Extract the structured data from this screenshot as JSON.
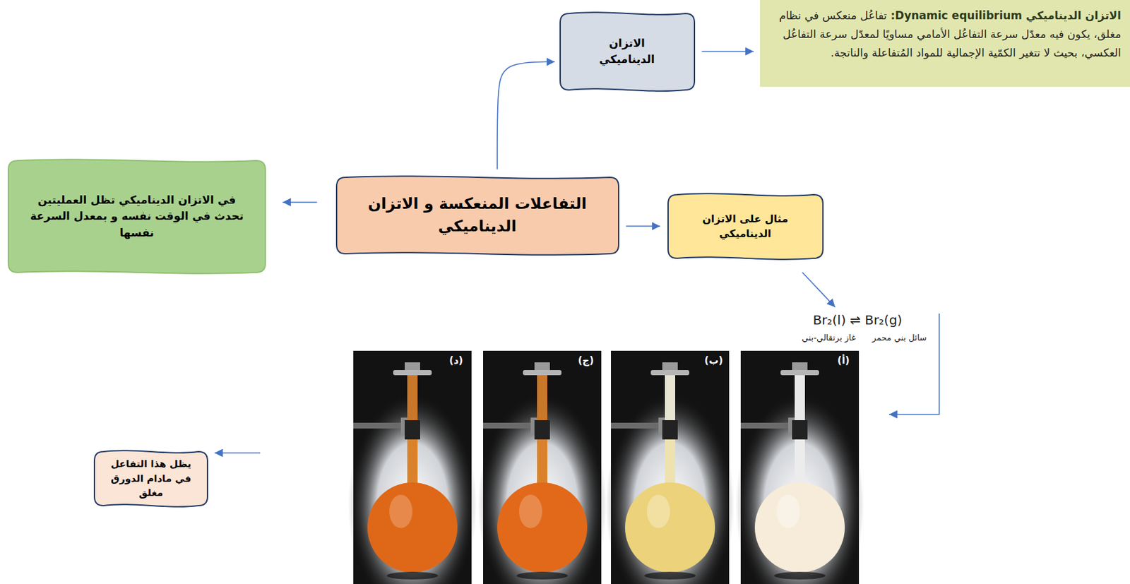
{
  "diagram": {
    "nodes": [
      {
        "text": [
          "الاتزان الديناميكي Dynamic equilibrium:",
          "تفاعُل منعكس في نظام مغلق، يكون فيه معدّل سرعة التفاعُل الأمامي مساويًا لمعدّل سرعة التفاعُل العكسي، بحيث لا تتغير الكمّية الإجمالية للمواد المُتفاعلة والناتجة."
        ]
      },
      {
        "text": [
          "الاتزان الديناميكي"
        ]
      },
      {
        "text": [
          "التفاعلات المنعكسة و الاتزان الديناميكي"
        ]
      },
      {
        "text": [
          "مثال على الاتزان الديناميكي"
        ]
      },
      {
        "text": [
          "في الاتزان الديناميكي تظل العمليتين تحدث في الوقت نفسه و بمعدل السرعة نفسها"
        ]
      },
      {
        "text": [
          "يظل هذا التفاعل في مادام الدورق مغلق"
        ]
      }
    ],
    "edges": [
      {
        "from": 2,
        "to": 1,
        "arrow": "to"
      },
      {
        "from": 1,
        "to": 0,
        "arrow": "to"
      },
      {
        "from": 2,
        "to": 4,
        "arrow": "to"
      },
      {
        "from": 2,
        "to": 3,
        "arrow": "to"
      }
    ],
    "labels": [
      "Br₂(l) ⇌ Br₂(g)",
      "غاز برتقالي-بني",
      "سائل بني محمر",
      "(أ)",
      "(ب)",
      "(ج)",
      "(د)"
    ]
  }
}
